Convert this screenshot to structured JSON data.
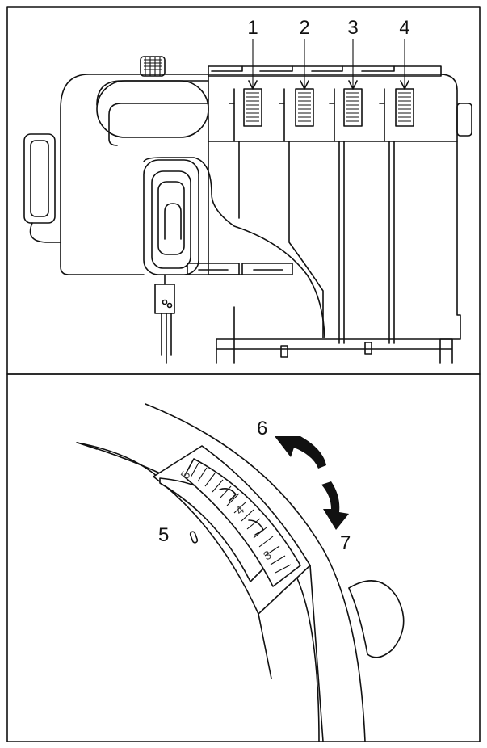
{
  "top_panel": {
    "tension_labels": [
      "1",
      "2",
      "3",
      "4"
    ]
  },
  "bottom_panel": {
    "callouts": {
      "mark": "5",
      "increase": "6",
      "decrease": "7"
    },
    "dial_numbers": [
      "5",
      "4",
      "3"
    ]
  }
}
